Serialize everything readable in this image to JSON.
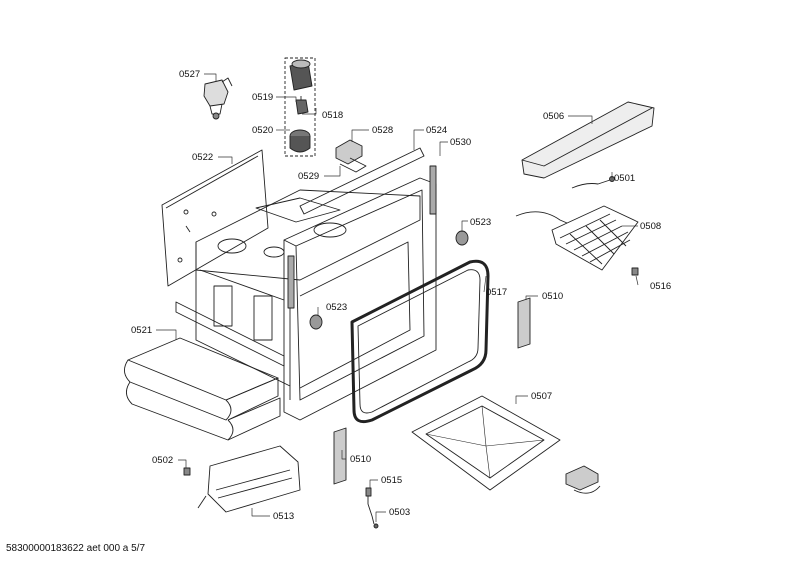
{
  "diagram": {
    "part_labels": {
      "p0527": "0527",
      "p0519": "0519",
      "p0518": "0518",
      "p0520": "0520",
      "p0528": "0528",
      "p0524": "0524",
      "p0530": "0530",
      "p0522": "0522",
      "p0529": "0529",
      "p0506": "0506",
      "p0501": "0501",
      "p0508": "0508",
      "p0523a": "0523",
      "p0523b": "0523",
      "p0516": "0516",
      "p0517": "0517",
      "p0510a": "0510",
      "p0521": "0521",
      "p0507": "0507",
      "p0502": "0502",
      "p0510b": "0510",
      "p0515": "0515",
      "p0513": "0513",
      "p0503": "0503"
    },
    "footer": "58300000183622 aet 000 a 5/7"
  }
}
